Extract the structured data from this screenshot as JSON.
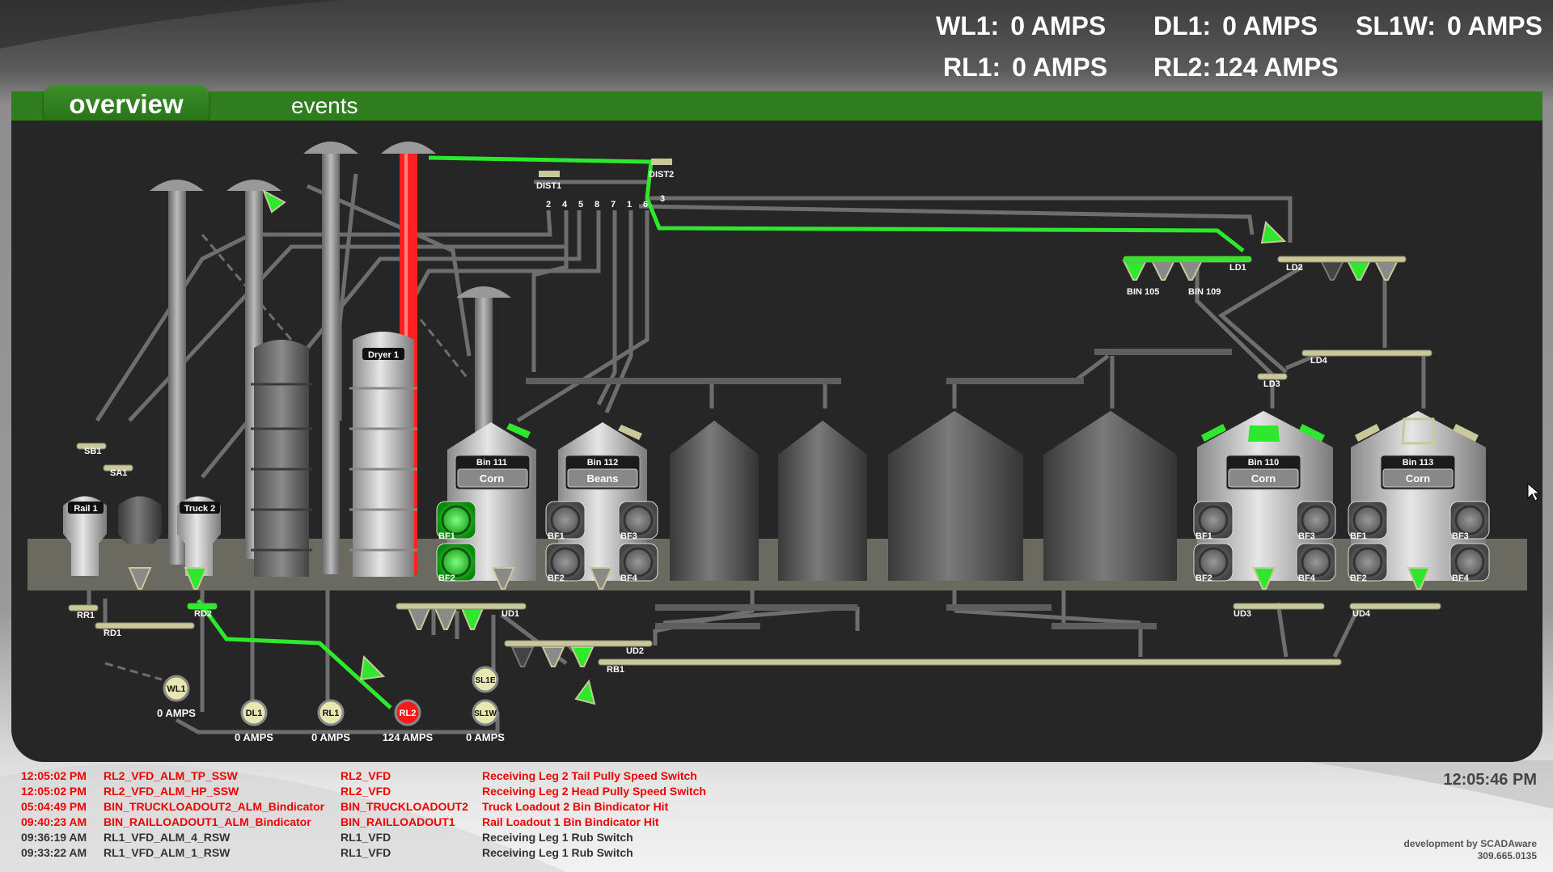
{
  "amps": {
    "wl1": {
      "label": "WL1:",
      "value": "0 AMPS"
    },
    "dl1": {
      "label": "DL1:",
      "value": "0 AMPS"
    },
    "sl1w": {
      "label": "SL1W:",
      "value": "0 AMPS"
    },
    "rl1": {
      "label": "RL1:",
      "value": "0 AMPS"
    },
    "rl2": {
      "label": "RL2:",
      "value": "124 AMPS"
    }
  },
  "tabs": {
    "overview": "overview",
    "events": "events"
  },
  "diagram": {
    "dist1": "DIST1",
    "dist2": "DIST2",
    "dist_ports": [
      "2",
      "4",
      "5",
      "8",
      "7",
      "1",
      "6",
      "3"
    ],
    "ld1": "LD1",
    "ld2": "LD2",
    "ld3": "LD3",
    "ld4": "LD4",
    "bin105": "BIN 105",
    "bin109": "BIN 109",
    "sb1": "SB1",
    "sa1": "SA1",
    "rail1": "Rail 1",
    "truck2": "Truck 2",
    "dryer1": "Dryer 1",
    "rr1": "RR1",
    "rd1": "RD1",
    "rd2": "RD2",
    "ud1": "UD1",
    "ud2": "UD2",
    "ud3": "UD3",
    "ud4": "UD4",
    "rb1": "RB1",
    "bins": [
      {
        "name": "Bin 111",
        "grain": "Corn"
      },
      {
        "name": "Bin 112",
        "grain": "Beans"
      },
      {
        "name": "Bin 110",
        "grain": "Corn"
      },
      {
        "name": "Bin 113",
        "grain": "Corn"
      }
    ],
    "fans": {
      "bf1": "BF1",
      "bf2": "BF2",
      "bf3": "BF3",
      "bf4": "BF4"
    },
    "motors": [
      {
        "name": "WL1",
        "amps": "0 AMPS"
      },
      {
        "name": "DL1",
        "amps": "0 AMPS"
      },
      {
        "name": "RL1",
        "amps": "0 AMPS"
      },
      {
        "name": "RL2",
        "amps": "124 AMPS"
      },
      {
        "name": "SL1E",
        "amps": ""
      },
      {
        "name": "SL1W",
        "amps": "0 AMPS"
      }
    ]
  },
  "events": [
    {
      "time": "12:05:02 PM",
      "tag": "RL2_VFD_ALM_TP_SSW",
      "source": "RL2_VFD",
      "desc": "Receiving Leg 2 Tail Pully Speed Switch",
      "state": "active"
    },
    {
      "time": "12:05:02 PM",
      "tag": "RL2_VFD_ALM_HP_SSW",
      "source": "RL2_VFD",
      "desc": "Receiving Leg 2 Head Pully Speed Switch",
      "state": "active"
    },
    {
      "time": "05:04:49 PM",
      "tag": "BIN_TRUCKLOADOUT2_ALM_Bindicator",
      "source": "BIN_TRUCKLOADOUT2",
      "desc": "Truck Loadout 2 Bin Bindicator Hit",
      "state": "active"
    },
    {
      "time": "09:40:23 AM",
      "tag": "BIN_RAILLOADOUT1_ALM_Bindicator",
      "source": "BIN_RAILLOADOUT1",
      "desc": "Rail Loadout 1 Bin Bindicator Hit",
      "state": "active"
    },
    {
      "time": "09:36:19 AM",
      "tag": "RL1_VFD_ALM_4_RSW",
      "source": "RL1_VFD",
      "desc": "Receiving Leg 1 Rub Switch",
      "state": "cleared"
    },
    {
      "time": "09:33:22 AM",
      "tag": "RL1_VFD_ALM_1_RSW",
      "source": "RL1_VFD",
      "desc": "Receiving Leg 1 Rub Switch",
      "state": "cleared"
    }
  ],
  "clock": "12:05:46 PM",
  "credit": {
    "line1": "development by SCADAware",
    "line2": "309.665.0135"
  },
  "colors": {
    "active": "#2ee82e",
    "alarm": "#ff1a1a",
    "conveyor": "#c8c89a",
    "panel": "#262626",
    "nav": "#2f7d1f"
  }
}
